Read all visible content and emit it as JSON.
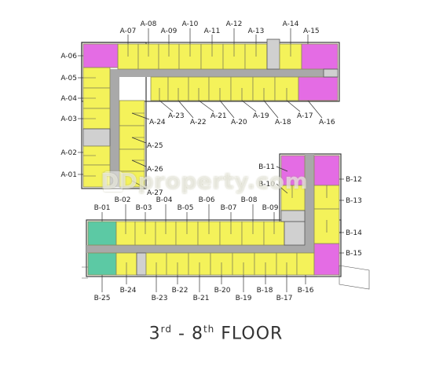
{
  "colors": {
    "standard_unit": "#f4f25a",
    "corner_unit_a": "#e46ce4",
    "corner_unit_b": "#5cc9a4",
    "corridor": "#a9a9a9",
    "wall": "#3a3a3a"
  },
  "units": {
    "A-01": "A-01",
    "A-02": "A-02",
    "A-03": "A-03",
    "A-04": "A-04",
    "A-05": "A-05",
    "A-06": "A-06",
    "A-07": "A-07",
    "A-08": "A-08",
    "A-09": "A-09",
    "A-10": "A-10",
    "A-11": "A-11",
    "A-12": "A-12",
    "A-13": "A-13",
    "A-14": "A-14",
    "A-15": "A-15",
    "A-16": "A-16",
    "A-17": "A-17",
    "A-18": "A-18",
    "A-19": "A-19",
    "A-20": "A-20",
    "A-21": "A-21",
    "A-22": "A-22",
    "A-23": "A-23",
    "A-24": "A-24",
    "A-25": "A-25",
    "A-26": "A-26",
    "A-27": "A-27",
    "B-01": "B-01",
    "B-02": "B-02",
    "B-03": "B-03",
    "B-04": "B-04",
    "B-05": "B-05",
    "B-06": "B-06",
    "B-07": "B-07",
    "B-08": "B-08",
    "B-09": "B-09",
    "B-10": "B-10",
    "B-11": "B-11",
    "B-12": "B-12",
    "B-13": "B-13",
    "B-14": "B-14",
    "B-15": "B-15",
    "B-16": "B-16",
    "B-17": "B-17",
    "B-18": "B-18",
    "B-19": "B-19",
    "B-20": "B-20",
    "B-21": "B-21",
    "B-22": "B-22",
    "B-23": "B-23",
    "B-24": "B-24",
    "B-25": "B-25"
  },
  "watermark": {
    "text": "DDproperty.com",
    "logo_icon": "house-icon"
  },
  "title": {
    "from_number": "3",
    "from_suffix": "rd",
    "separator": " - ",
    "to_number": "8",
    "to_suffix": "th",
    "word": "FLOOR"
  }
}
